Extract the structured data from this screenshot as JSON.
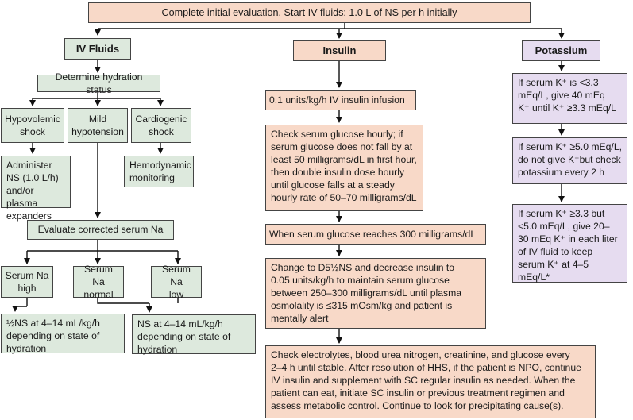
{
  "top": "Complete initial evaluation. Start IV fluids: 1.0 L of NS per h initially",
  "fluids": {
    "header": "IV Fluids",
    "hydration": "Determine hydration status",
    "hypovolemic": "Hypovolemic\nshock",
    "mild": "Mild\nhypotension",
    "cardiogenic": "Cardiogenic\nshock",
    "administer": "Administer\nNS (1.0 L/h)\nand/or plasma\nexpanders",
    "hemodynamic": "Hemodynamic\nmonitoring",
    "evaluate_na": "Evaluate corrected serum Na",
    "na_high": "Serum Na\nhigh",
    "na_normal": "Serum Na\nnormal",
    "na_low": "Serum Na\nlow",
    "half_ns": "½NS at 4–14 mL/kg/h\ndepending on state of\nhydration",
    "ns": "NS at 4–14 mL/kg/h\ndepending on state of\nhydration"
  },
  "insulin": {
    "header": "Insulin",
    "infusion": "0.1 units/kg/h IV insulin infusion",
    "check_glucose": "Check serum glucose hourly; if\nserum glucose does not fall by at\nleast 50 milligrams/dL in first hour,\nthen double insulin dose hourly\nuntil glucose falls at a steady\nhourly rate of 50–70 milligrams/dL",
    "reaches_300": "When serum glucose reaches 300 milligrams/dL",
    "change_d5": "Change to D5½NS and decrease insulin to\n0.05 units/kg/h to maintain serum glucose\nbetween  250–300 milligrams/dL until plasma\nosmolality is ≤315 mOsm/kg and patient is\nmentally alert"
  },
  "bottom": "Check electrolytes, blood urea nitrogen, creatinine, and glucose every\n2–4 h until stable. After resolution of HHS, if the patient is NPO, continue\nIV insulin and supplement with SC regular insulin as needed. When the\npatient can eat, initiate SC insulin or previous treatment regimen and\nassess metabolic control. Continue to look for precipitating cause(s).",
  "potassium": {
    "header": "Potassium",
    "low": "If serum K⁺ is <3.3\nmEq/L, give 40 mEq\nK⁺ until K⁺ ≥3.3 mEq/L",
    "high": "If serum K⁺ ≥5.0 mEq/L,\ndo not give K⁺but check\npotassium every 2 h",
    "mid": "If serum K⁺ ≥3.3 but\n<5.0 mEq/L, give 20–\n30 mEq K⁺ in each liter\nof IV fluid to keep\nserum K⁺ at 4–5\nmEq/L*"
  },
  "colors": {
    "fluids": "#dde9dd",
    "insulin": "#f8d9c8",
    "potassium": "#e6dcf0",
    "line": "#111111"
  }
}
